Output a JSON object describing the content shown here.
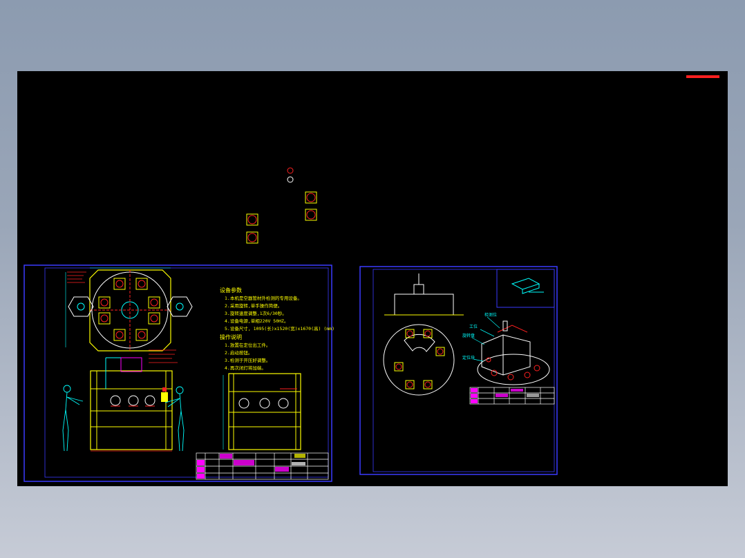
{
  "colors": {
    "background": "#000000",
    "frame": "#3a3aff",
    "cyan": "#00ffff",
    "yellow": "#ffff00",
    "red": "#ff2020",
    "magenta": "#ff00ff",
    "white": "#ffffff",
    "green": "#00ff00"
  },
  "sheet1": {
    "notes_title": "设备参数",
    "notes": [
      "1.本机是空器管材外检测的专用设备。",
      "2.采用旋转,单手操作简便。",
      "3.旋转速度调整,1次6/30秒。",
      "4.设备电源,单相220V 50HZ。",
      "5.设备尺寸, 1095(长)x1520(宽)x1670(高) (mm)"
    ],
    "ops_title": "操作说明",
    "ops": [
      "1.放置在定位出工件。",
      "2.启动按钮。",
      "3.检测于开压好调整。",
      "4.再次闭灯将加端。"
    ]
  },
  "sheet2": {
    "labels": [
      "检测位",
      "工位",
      "旋转盘",
      "定位块"
    ]
  }
}
